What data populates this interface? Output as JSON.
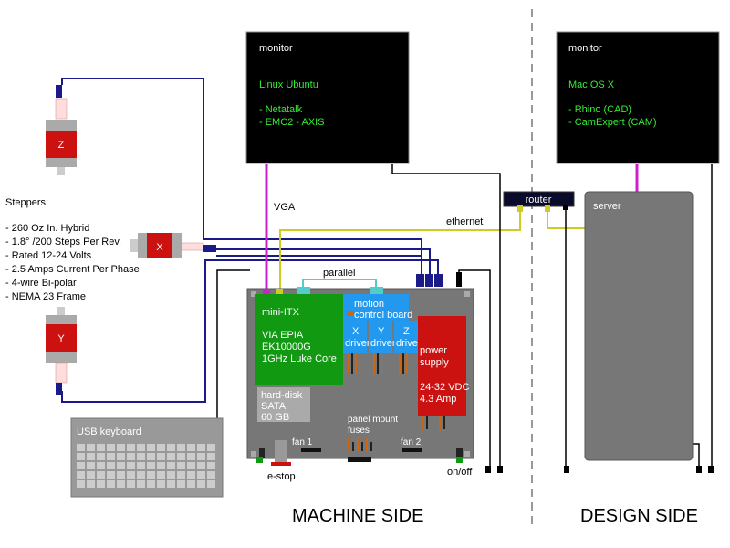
{
  "colors": {
    "monitor_bg": "#000000",
    "monitor_text": "#33ee33",
    "vga_cable": "#cc22cc",
    "stepper_cable": "#1a1a88",
    "ethernet_cable": "#cccc22",
    "parallel_cable": "#55cccc",
    "motor_red": "#cc1111",
    "motherboard_green": "#119911",
    "driver_blue": "#2299ee",
    "psu_red": "#cc1111",
    "case_gray": "#777777",
    "server_gray": "#777777"
  },
  "monitor_machine": {
    "title": "monitor",
    "os": "Linux Ubuntu",
    "apps": [
      "- Netatalk",
      "- EMC2 - AXIS"
    ]
  },
  "monitor_design": {
    "title": "monitor",
    "os": "Mac OS X",
    "apps": [
      "- Rhino (CAD)",
      "- CamExpert (CAM)"
    ]
  },
  "steppers": {
    "title": "Steppers:",
    "specs": [
      "- 260 Oz In. Hybrid",
      "- 1.8° /200 Steps Per Rev.",
      "- Rated 12-24 Volts",
      "- 2.5 Amps Current Per Phase",
      "- 4-wire Bi-polar",
      "- NEMA 23 Frame"
    ],
    "motors": {
      "z": "Z",
      "x": "X",
      "y": "Y"
    }
  },
  "cables": {
    "vga": "VGA",
    "ethernet": "ethernet",
    "parallel": "parallel"
  },
  "router": "router",
  "server": "server",
  "keyboard": "USB keyboard",
  "case": {
    "mini_itx": [
      "mini-ITX",
      "",
      "VIA EPIA",
      "EK10000G",
      "1GHz Luke Core"
    ],
    "motion_board": [
      "motion",
      "control board"
    ],
    "drivers": [
      [
        "X",
        "driver"
      ],
      [
        "Y",
        "driver"
      ],
      [
        "Z",
        "driver"
      ]
    ],
    "power_supply": [
      "power",
      "supply",
      "",
      "24-32 VDC",
      "4.3 Amp"
    ],
    "hard_disk": [
      "hard-disk",
      "SATA",
      "60 GB"
    ],
    "panel_fuses": [
      "panel mount",
      "fuses"
    ],
    "fan1": "fan 1",
    "fan2": "fan 2",
    "estop": "e-stop",
    "onoff": "on/off"
  },
  "sections": {
    "machine": "MACHINE SIDE",
    "design": "DESIGN SIDE"
  }
}
